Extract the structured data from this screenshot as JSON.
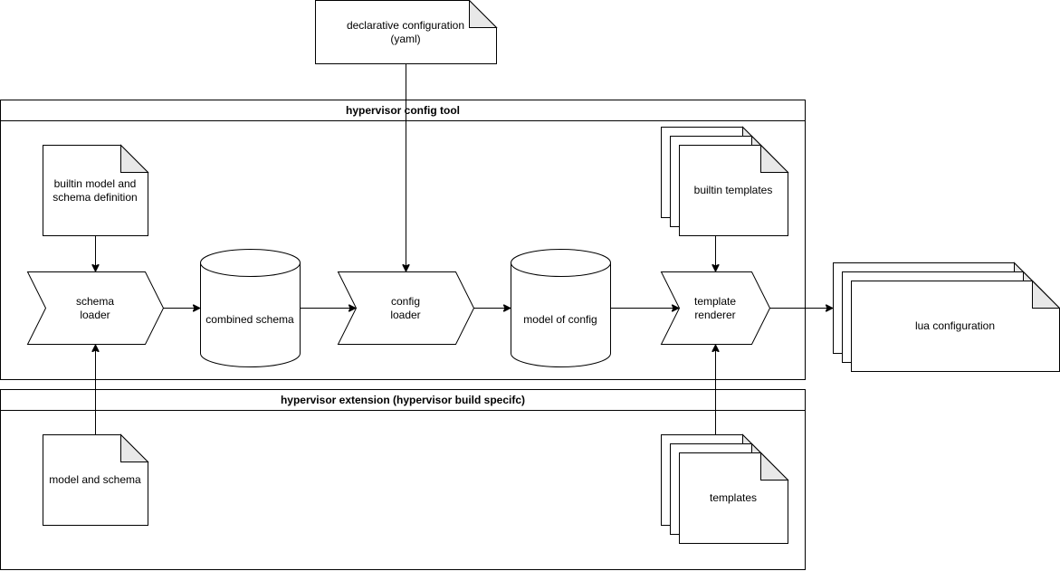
{
  "diagram": {
    "config_file": {
      "line1": "declarative configuration",
      "line2": "(yaml)"
    },
    "tool_group": {
      "title": "hypervisor config tool"
    },
    "extension_group": {
      "title": "hypervisor extension (hypervisor build specifc)"
    },
    "builtin_model": {
      "line1": "builtin model and",
      "line2": "schema definition"
    },
    "schema_loader": {
      "line1": "schema",
      "line2": "loader"
    },
    "combined_schema": {
      "label": "combined schema"
    },
    "config_loader": {
      "line1": "config",
      "line2": "loader"
    },
    "model_of_config": {
      "label": "model of config"
    },
    "template_renderer": {
      "line1": "template",
      "line2": "renderer"
    },
    "builtin_templates": {
      "label": "builtin templates"
    },
    "lua_configuration": {
      "label": "lua configuration"
    },
    "model_and_schema": {
      "label": "model and schema"
    },
    "templates": {
      "label": "templates"
    }
  }
}
